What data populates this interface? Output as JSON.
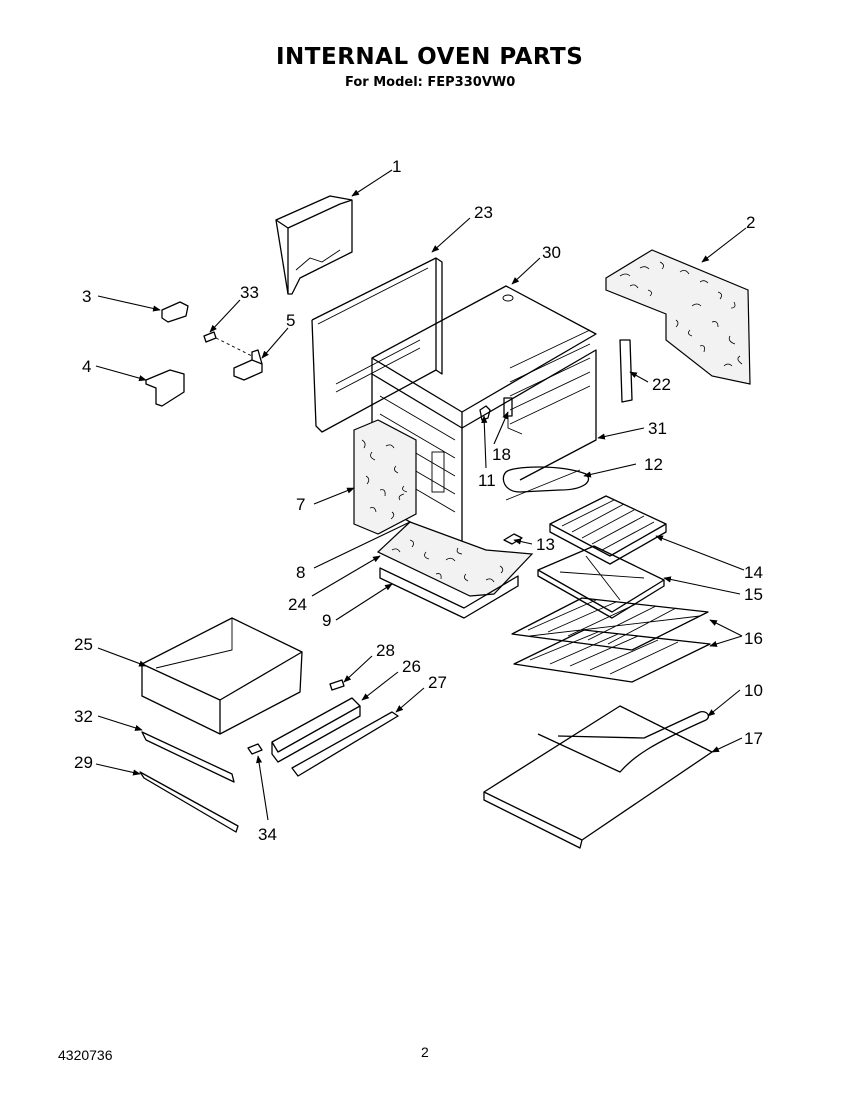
{
  "header": {
    "title": "INTERNAL OVEN PARTS",
    "subtitle": "For Model: FEP330VW0"
  },
  "footer": {
    "doc_number": "4320736",
    "page_number": "2"
  },
  "callouts": {
    "c1": "1",
    "c2": "2",
    "c3": "3",
    "c4": "4",
    "c5": "5",
    "c7": "7",
    "c8": "8",
    "c9": "9",
    "c10": "10",
    "c11": "11",
    "c12": "12",
    "c13": "13",
    "c14": "14",
    "c15": "15",
    "c16": "16",
    "c17": "17",
    "c18": "18",
    "c22": "22",
    "c23": "23",
    "c24": "24",
    "c25": "25",
    "c26": "26",
    "c27": "27",
    "c28": "28",
    "c29": "29",
    "c30": "30",
    "c31": "31",
    "c32": "32",
    "c33": "33",
    "c34": "34"
  }
}
